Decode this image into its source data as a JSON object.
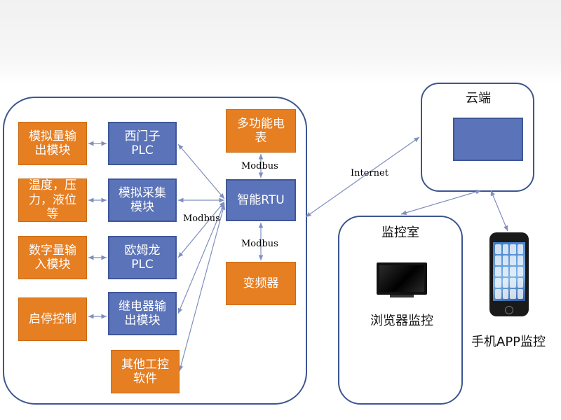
{
  "left_column": [
    {
      "id": "analog-output",
      "text": "模拟量输出模块"
    },
    {
      "id": "sensors",
      "text": "温度，压力，液位等"
    },
    {
      "id": "digital-input",
      "text": "数字量输入模块"
    },
    {
      "id": "start-stop",
      "text": "启停控制"
    }
  ],
  "middle_column": [
    {
      "id": "siemens-plc",
      "text": "西门子PLC"
    },
    {
      "id": "analog-acq",
      "text": "模拟采集模块"
    },
    {
      "id": "omron-plc",
      "text": "欧姆龙PLC"
    },
    {
      "id": "relay-output",
      "text": "继电器输出模块"
    },
    {
      "id": "other-software",
      "text": "其他工控软件"
    }
  ],
  "right_column": [
    {
      "id": "power-meter",
      "text": "多功能电表"
    },
    {
      "id": "rtu",
      "text": "智能RTU"
    },
    {
      "id": "inverter",
      "text": "变频器"
    }
  ],
  "edge_labels": {
    "modbus_top": "Modbus",
    "modbus_left": "Modbus",
    "modbus_bottom": "Modbus",
    "internet": "Internet"
  },
  "cloud": {
    "title": "云端"
  },
  "monitoring_room": {
    "title": "监控室",
    "browser_label": "浏览器监控"
  },
  "mobile": {
    "label": "手机APP监控"
  },
  "colors": {
    "orange": "#e67e22",
    "blue": "#5b73b8",
    "frame": "#3d5590",
    "arrow": "#7f8fbf"
  }
}
